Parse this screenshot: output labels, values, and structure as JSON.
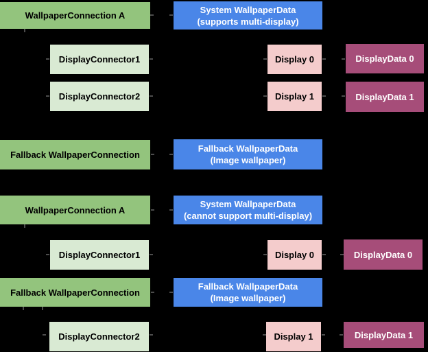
{
  "diagram": {
    "colors": {
      "background": "#000000",
      "connection_green": "#93c47d",
      "connector_light_green": "#d9ead3",
      "wallpaper_blue": "#4a86e8",
      "display_pink": "#f4cccc",
      "display_data_magenta": "#a64d79",
      "connector_nub": "#4d4d4d",
      "text_dark": "#000000",
      "text_light": "#ffffff"
    },
    "nodes": {
      "s1_wallpaper_connection_a": {
        "label": "WallpaperConnection A"
      },
      "s1_system_wallpaper_data": {
        "line1": "System WallpaperData",
        "line2": "(supports multi-display)"
      },
      "s1_display_connector_1": {
        "label": "DisplayConnector1"
      },
      "s1_display_0": {
        "label": "Display 0"
      },
      "s1_display_data_0": {
        "label": "DisplayData 0"
      },
      "s1_display_connector_2": {
        "label": "DisplayConnector2"
      },
      "s1_display_1": {
        "label": "Display 1"
      },
      "s1_display_data_1": {
        "label": "DisplayData 1"
      },
      "s1_fallback_wallpaper_connection": {
        "label": "Fallback WallpaperConnection"
      },
      "s1_fallback_wallpaper_data": {
        "line1": "Fallback WallpaperData",
        "line2": "(Image wallpaper)"
      },
      "s2_wallpaper_connection_a": {
        "label": "WallpaperConnection A"
      },
      "s2_system_wallpaper_data": {
        "line1": "System WallpaperData",
        "line2": "(cannot support multi-display)"
      },
      "s2_display_connector_1": {
        "label": "DisplayConnector1"
      },
      "s2_display_0": {
        "label": "Display 0"
      },
      "s2_display_data_0": {
        "label": "DisplayData 0"
      },
      "s2_fallback_wallpaper_connection": {
        "label": "Fallback WallpaperConnection"
      },
      "s2_fallback_wallpaper_data": {
        "line1": "Fallback WallpaperData",
        "line2": "(Image wallpaper)"
      },
      "s2_display_connector_2": {
        "label": "DisplayConnector2"
      },
      "s2_display_1": {
        "label": "Display 1"
      },
      "s2_display_data_1": {
        "label": "DisplayData 1"
      }
    }
  }
}
